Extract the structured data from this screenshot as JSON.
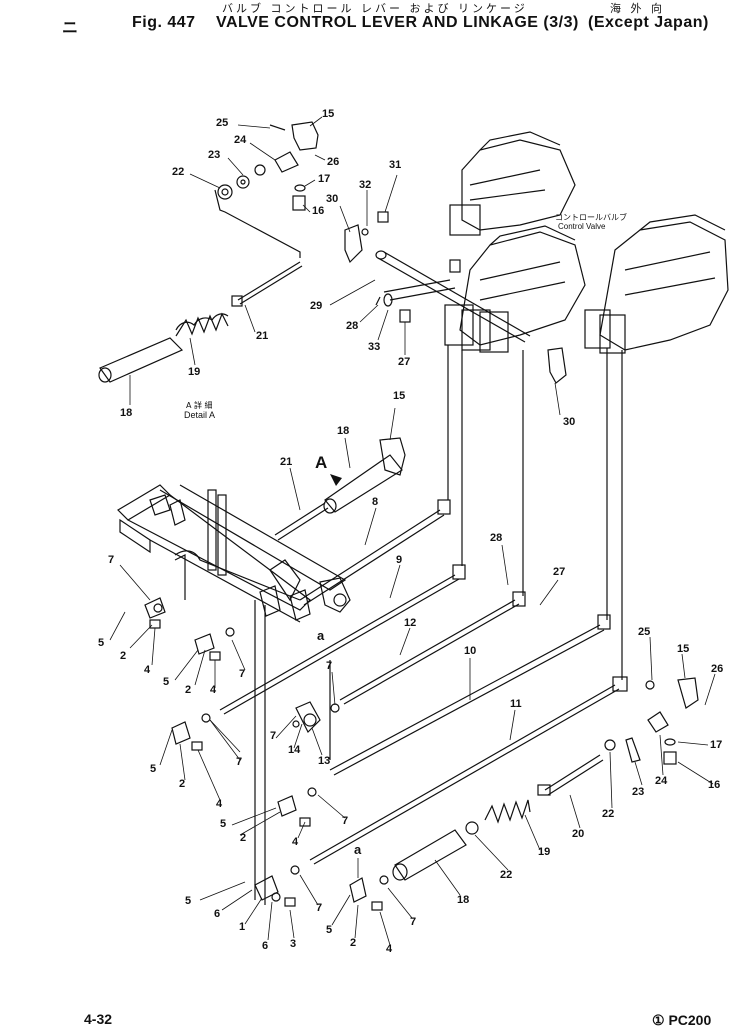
{
  "header": {
    "japanese_line": "バルブ コントロール レバー および リンケージ",
    "japanese_right": "海 外 向",
    "fig_label": "Fig. 447",
    "title": "VALVE CONTROL LEVER AND LINKAGE (3/3)",
    "region": "(Except Japan)",
    "mark": "ニ"
  },
  "labels": {
    "control_valve_jp": "コントロールバルブ",
    "control_valve_en": "Control Valve",
    "detail_jp": "A 詳 細",
    "detail_en": "Detail A",
    "arrow_a": "A",
    "mark_a1": "a",
    "mark_a2": "a"
  },
  "callouts": [
    "25",
    "15",
    "24",
    "26",
    "23",
    "17",
    "22",
    "31",
    "32",
    "16",
    "30",
    "29",
    "28",
    "33",
    "27",
    "21",
    "19",
    "18",
    "30",
    "15",
    "18",
    "21",
    "8",
    "9",
    "7",
    "28",
    "27",
    "5",
    "2",
    "4",
    "7",
    "12",
    "5",
    "2",
    "4",
    "7",
    "10",
    "7",
    "5",
    "14",
    "13",
    "2",
    "7",
    "4",
    "11",
    "25",
    "15",
    "26",
    "17",
    "5",
    "2",
    "4",
    "7",
    "24",
    "16",
    "22",
    "23",
    "20",
    "19",
    "22",
    "18",
    "5",
    "6",
    "1",
    "6",
    "3",
    "7",
    "5",
    "2",
    "4",
    "7"
  ],
  "footer": {
    "page": "4-32",
    "model": "① PC200"
  }
}
